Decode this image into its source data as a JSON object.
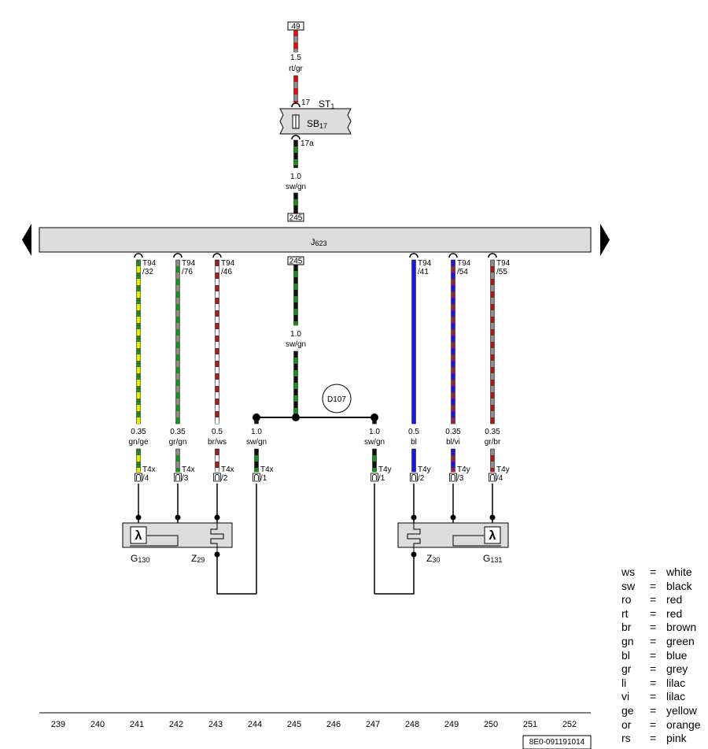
{
  "top_terminal": "49",
  "top_wire": {
    "size": "1.5",
    "color": "rt/gr",
    "stripe": [
      "#e01010",
      "#8c8c8c"
    ]
  },
  "fuse_holder": {
    "name": "ST",
    "sub": "1",
    "pin_in": "17",
    "pin_out": "17a"
  },
  "fuse": {
    "name": "SB",
    "sub": "17"
  },
  "fuse_wire": {
    "size": "1.0",
    "color": "sw/gn",
    "stripe": [
      "#111111",
      "#1f8a1f"
    ]
  },
  "j623_top_terminal": "245",
  "ecu": {
    "name": "J",
    "sub": "623"
  },
  "ecu_bottom_terminal": "245",
  "center_wire": {
    "size": "1.0",
    "color": "sw/gn",
    "stripe": [
      "#111111",
      "#1f8a1f"
    ]
  },
  "splice": "D107",
  "ecu_pins": [
    {
      "label": "T94",
      "pin": "/32",
      "size": "0.35",
      "color": "gn/ge",
      "stripe": [
        "#1f8a1f",
        "#f0e800"
      ],
      "connector": "T4x",
      "cpin": "/4"
    },
    {
      "label": "T94",
      "pin": "/76",
      "size": "0.35",
      "color": "gr/gn",
      "stripe": [
        "#8c8c8c",
        "#1f8a1f"
      ],
      "connector": "T4x",
      "cpin": "/3"
    },
    {
      "label": "T94",
      "pin": "/46",
      "size": "0.5",
      "color": "br/ws",
      "stripe": [
        "#9a2020",
        "#ffffff"
      ],
      "connector": "T4x",
      "cpin": "/2"
    },
    {
      "label": "T94",
      "pin": "/41",
      "size": "0.5",
      "color": "bl",
      "stripe": [
        "#1a1ae0",
        "#1a1ae0"
      ],
      "connector": "T4y",
      "cpin": "/2"
    },
    {
      "label": "T94",
      "pin": "/54",
      "size": "0.35",
      "color": "bl/vi",
      "stripe": [
        "#1a1ae0",
        "#9a2040"
      ],
      "connector": "T4y",
      "cpin": "/3"
    },
    {
      "label": "T94",
      "pin": "/55",
      "size": "0.35",
      "color": "gr/br",
      "stripe": [
        "#8c8c8c",
        "#9a2020"
      ],
      "connector": "T4y",
      "cpin": "/4"
    }
  ],
  "ground_wires": [
    {
      "size": "1.0",
      "color": "sw/gn",
      "stripe": [
        "#111111",
        "#1f8a1f"
      ],
      "connector": "T4x",
      "cpin": "/1"
    },
    {
      "size": "1.0",
      "color": "sw/gn",
      "stripe": [
        "#111111",
        "#1f8a1f"
      ],
      "connector": "T4y",
      "cpin": "/1"
    }
  ],
  "components": {
    "g130": {
      "name": "G",
      "sub": "130"
    },
    "z29": {
      "name": "Z",
      "sub": "29"
    },
    "z30": {
      "name": "Z",
      "sub": "30"
    },
    "g131": {
      "name": "G",
      "sub": "131"
    }
  },
  "track_numbers": [
    "239",
    "240",
    "241",
    "242",
    "243",
    "244",
    "245",
    "246",
    "247",
    "248",
    "249",
    "250",
    "251",
    "252"
  ],
  "drawing_id": "8E0-091191014",
  "legend": [
    {
      "abbr": "ws",
      "eq": "=",
      "name": "white"
    },
    {
      "abbr": "sw",
      "eq": "=",
      "name": "black"
    },
    {
      "abbr": "ro",
      "eq": "=",
      "name": "red"
    },
    {
      "abbr": "rt",
      "eq": "=",
      "name": "red"
    },
    {
      "abbr": "br",
      "eq": "=",
      "name": "brown"
    },
    {
      "abbr": "gn",
      "eq": "=",
      "name": "green"
    },
    {
      "abbr": "bl",
      "eq": "=",
      "name": "blue"
    },
    {
      "abbr": "gr",
      "eq": "=",
      "name": "grey"
    },
    {
      "abbr": "li",
      "eq": "=",
      "name": "lilac"
    },
    {
      "abbr": "vi",
      "eq": "=",
      "name": "lilac"
    },
    {
      "abbr": "ge",
      "eq": "=",
      "name": "yellow"
    },
    {
      "abbr": "or",
      "eq": "=",
      "name": "orange"
    },
    {
      "abbr": "rs",
      "eq": "=",
      "name": "pink"
    }
  ]
}
